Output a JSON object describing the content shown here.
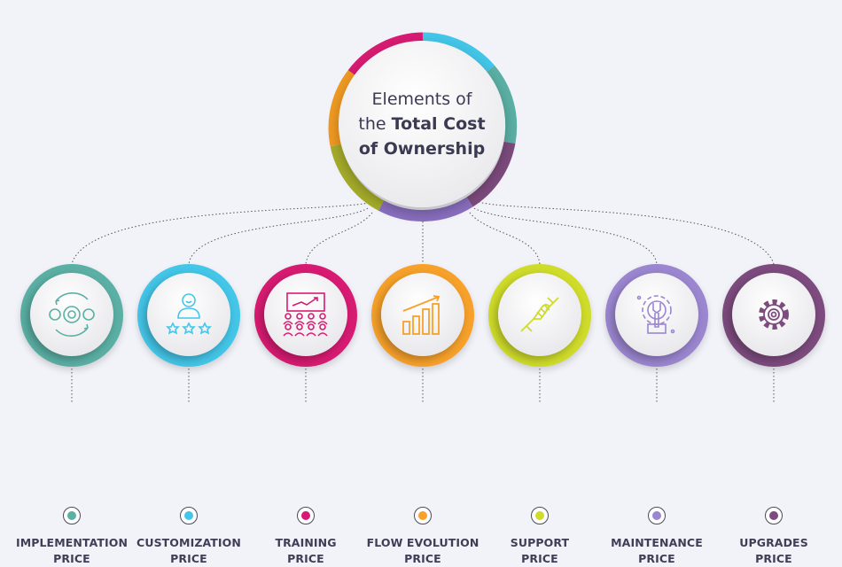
{
  "title": {
    "line1": "Elements of",
    "line2_prefix": "the ",
    "line2_bold": "Total Cost",
    "line3": "of Ownership"
  },
  "items": [
    {
      "label1": "IMPLEMENTATION",
      "label2": "PRICE",
      "icon": "gears-cycle-icon",
      "color": "#5bb0a5"
    },
    {
      "label1": "CUSTOMIZATION",
      "label2": "PRICE",
      "icon": "user-rating-icon",
      "color": "#43c6e8"
    },
    {
      "label1": "TRAINING",
      "label2": "PRICE",
      "icon": "presentation-audience-icon",
      "color": "#d81b72"
    },
    {
      "label1": "FLOW EVOLUTION",
      "label2": "PRICE",
      "icon": "growth-chart-icon",
      "color": "#f7a12a"
    },
    {
      "label1": "SUPPORT",
      "label2": "PRICE",
      "icon": "handshake-icon",
      "color": "#cfdc2a"
    },
    {
      "label1": "MAINTENANCE",
      "label2": "PRICE",
      "icon": "wrench-gear-icon",
      "color": "#9b86d0"
    },
    {
      "label1": "UPGRADES",
      "label2": "PRICE",
      "icon": "gear-icon",
      "color": "#7d4b7e"
    }
  ]
}
